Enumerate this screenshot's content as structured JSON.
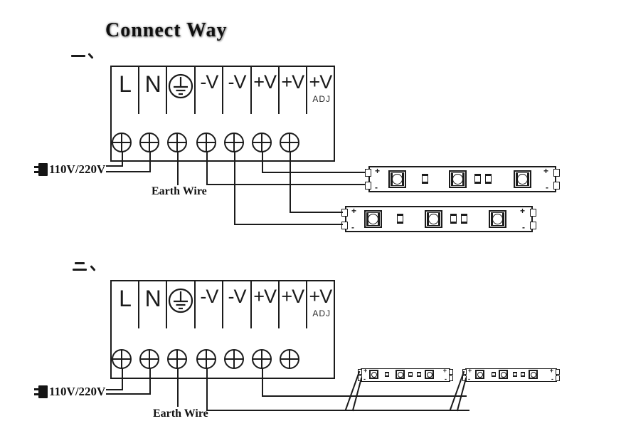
{
  "title": "Connect Way",
  "colors": {
    "ink": "#1b1b1b",
    "background": "#ffffff"
  },
  "pad_signs": {
    "plus": "+",
    "minus": "-"
  },
  "diagrams": [
    {
      "marker": "一、",
      "terminal_block": {
        "labels": [
          "L",
          "N",
          "",
          "-V",
          "-V",
          "+V",
          "+V",
          "+V"
        ],
        "adj_label": "ADJ",
        "ground_icon": "earth-ground-icon",
        "screw_count": 7
      },
      "power_input_label": "110V/220V",
      "earth_wire_label": "Earth Wire",
      "led_strip_count": 2
    },
    {
      "marker": "二、",
      "terminal_block": {
        "labels": [
          "L",
          "N",
          "",
          "-V",
          "-V",
          "+V",
          "+V",
          "+V"
        ],
        "adj_label": "ADJ",
        "ground_icon": "earth-ground-icon",
        "screw_count": 7
      },
      "power_input_label": "110V/220V",
      "earth_wire_label": "Earth Wire",
      "led_strip_count": 2
    }
  ]
}
